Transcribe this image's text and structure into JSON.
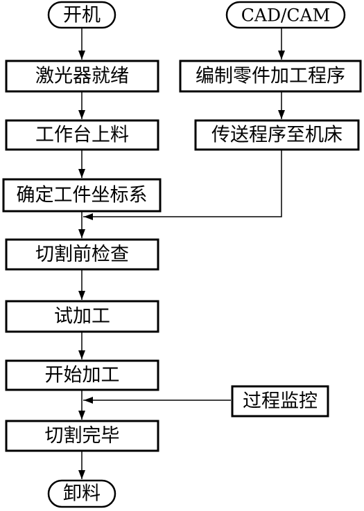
{
  "diagram": {
    "start": "开机",
    "cad": "CAD/CAM",
    "steps_left": [
      "激光器就绪",
      "工作台上料",
      "确定工件坐标系",
      "切割前检查",
      "试加工",
      "开始加工",
      "切割完毕"
    ],
    "steps_right": [
      "编制零件加工程序",
      "传送程序至机床"
    ],
    "monitor": "过程监控",
    "end": "卸料"
  }
}
